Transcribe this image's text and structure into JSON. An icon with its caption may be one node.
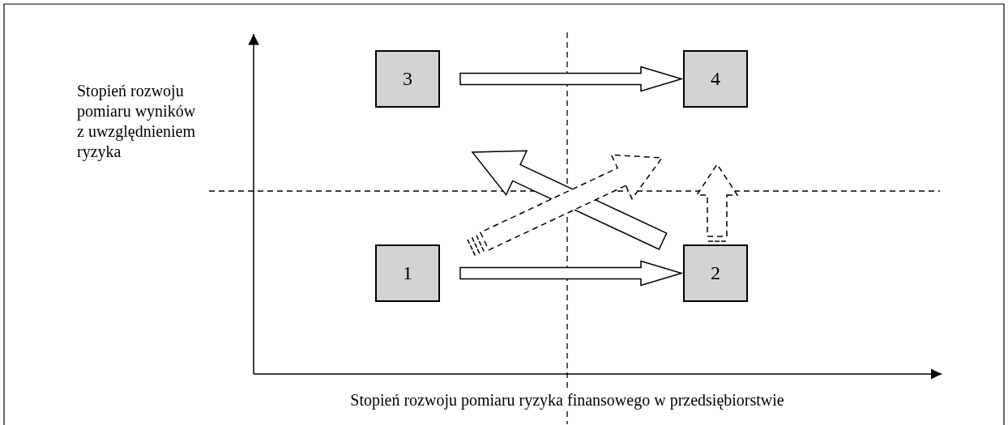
{
  "diagram": {
    "nodes": [
      {
        "text": [
          "3"
        ]
      },
      {
        "text": [
          "4"
        ]
      },
      {
        "text": [
          "1"
        ]
      },
      {
        "text": [
          "2"
        ]
      }
    ],
    "edges": [
      {
        "from": 0,
        "to": 1,
        "arrow": "to"
      },
      {
        "from": 2,
        "to": 3,
        "arrow": "to"
      },
      {
        "from": 3,
        "to": 0,
        "arrow": "to"
      },
      {
        "from": 2,
        "to": 1,
        "arrow": "to",
        "style": "dashed"
      },
      {
        "from": 3,
        "to": 1,
        "arrow": "to",
        "style": "dashed"
      }
    ],
    "labels": [
      "Stopień rozwoju pomiaru wyników z uwzględnieniem ryzyka",
      "Stopień rozwoju pomiaru ryzyka finansowego w przedsiębiorstwie"
    ]
  }
}
